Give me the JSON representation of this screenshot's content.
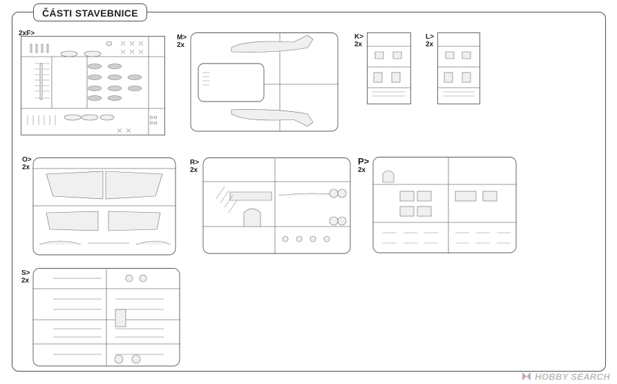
{
  "header": {
    "title": "ČÁSTI STAVEBNICE"
  },
  "sprues": [
    {
      "id": "F",
      "label": "2xF>",
      "count": ""
    },
    {
      "id": "M",
      "label": "M>",
      "count": "2x"
    },
    {
      "id": "K",
      "label": "K>",
      "count": "2x"
    },
    {
      "id": "L",
      "label": "L>",
      "count": "2x"
    },
    {
      "id": "O",
      "label": "O>",
      "count": "2x"
    },
    {
      "id": "R",
      "label": "R>",
      "count": "2x"
    },
    {
      "id": "P",
      "label": "P>",
      "count": "2x"
    },
    {
      "id": "S",
      "label": "S>",
      "count": "2x"
    }
  ],
  "watermark": {
    "text": "HOBBY SEARCH",
    "logo_icon": "hobbysearch-logo-icon"
  }
}
